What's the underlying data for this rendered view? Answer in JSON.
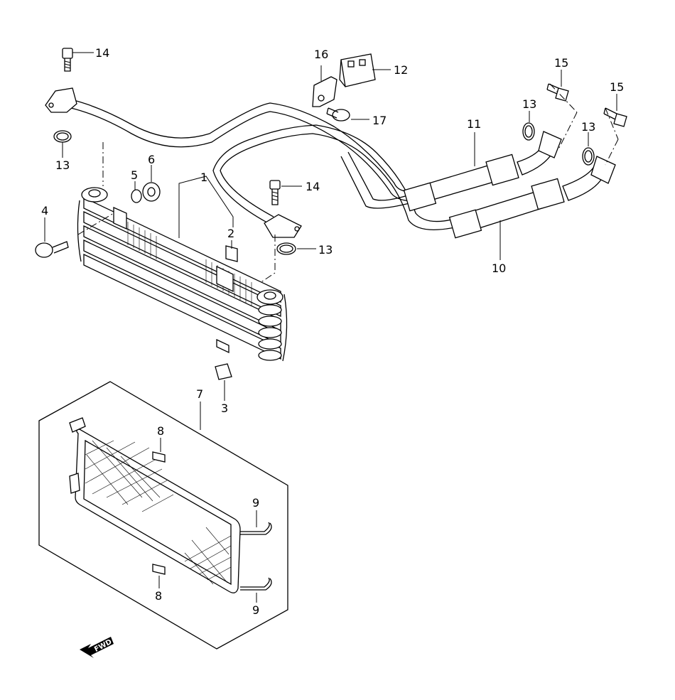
{
  "labels": [
    {
      "id": "p1",
      "text": "1"
    },
    {
      "id": "p2",
      "text": "2"
    },
    {
      "id": "p3",
      "text": "3"
    },
    {
      "id": "p4",
      "text": "4"
    },
    {
      "id": "p5",
      "text": "5"
    },
    {
      "id": "p6",
      "text": "6"
    },
    {
      "id": "p7",
      "text": "7"
    },
    {
      "id": "p8a",
      "text": "8"
    },
    {
      "id": "p8b",
      "text": "8"
    },
    {
      "id": "p9a",
      "text": "9"
    },
    {
      "id": "p9b",
      "text": "9"
    },
    {
      "id": "p10",
      "text": "10"
    },
    {
      "id": "p11",
      "text": "11"
    },
    {
      "id": "p12",
      "text": "12"
    },
    {
      "id": "p13a",
      "text": "13"
    },
    {
      "id": "p13b",
      "text": "13"
    },
    {
      "id": "p13c",
      "text": "13"
    },
    {
      "id": "p13d",
      "text": "13"
    },
    {
      "id": "p14a",
      "text": "14"
    },
    {
      "id": "p14b",
      "text": "14"
    },
    {
      "id": "p15a",
      "text": "15"
    },
    {
      "id": "p15b",
      "text": "15"
    },
    {
      "id": "p16",
      "text": "16"
    },
    {
      "id": "p17",
      "text": "17"
    }
  ],
  "fwd_arrow": {
    "text": "FWD"
  },
  "colors": {
    "line": "#000000",
    "background": "#ffffff"
  }
}
